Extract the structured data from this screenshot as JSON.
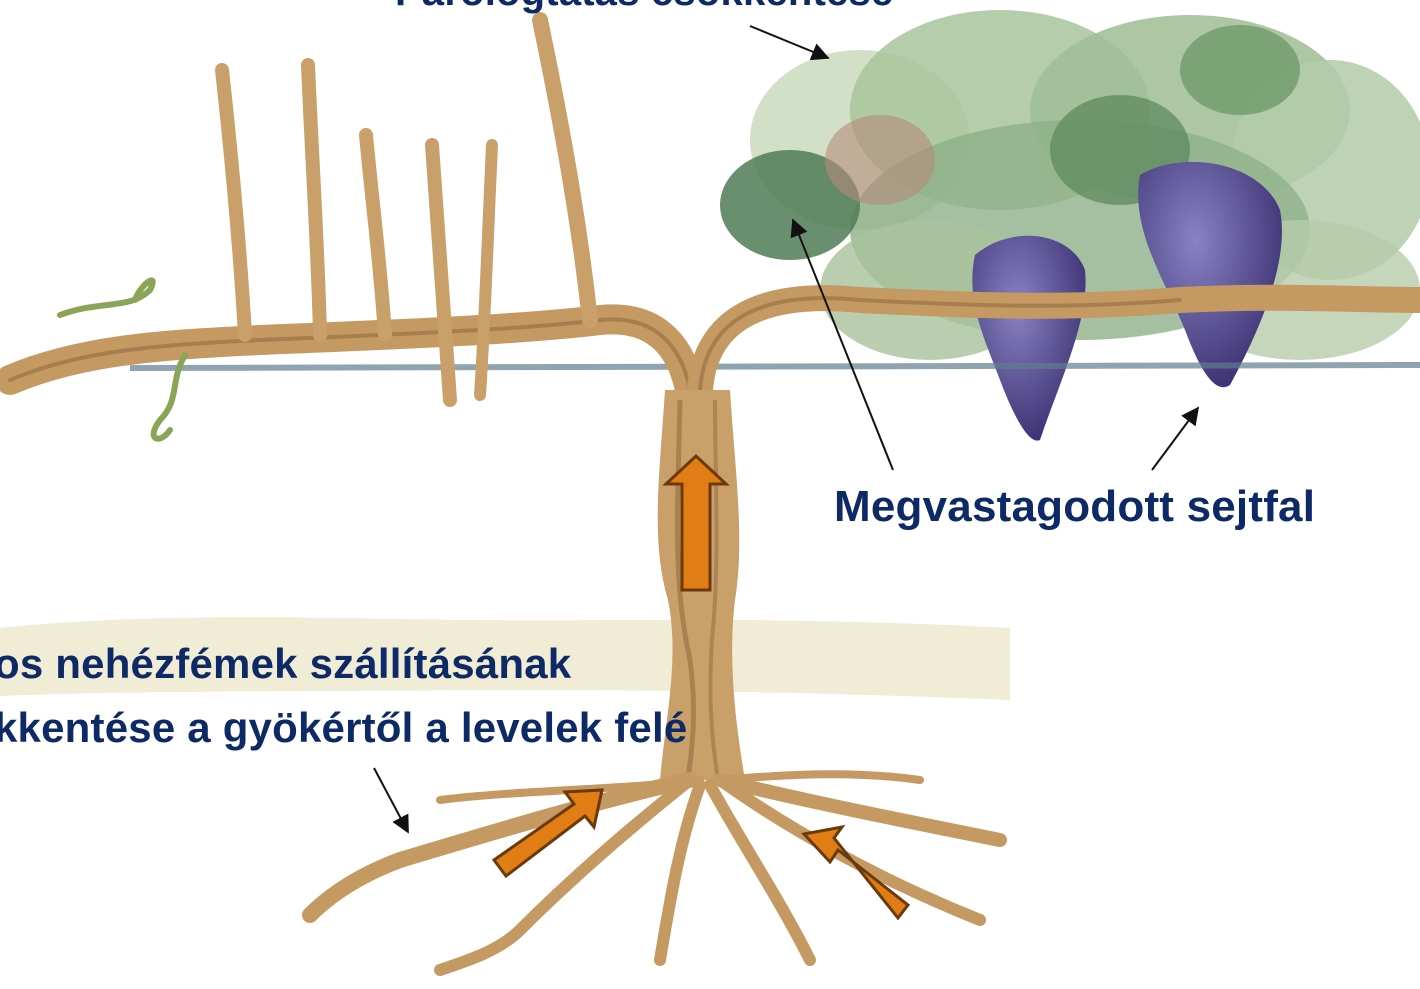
{
  "labels": {
    "top_caption": "Párologtatás csökkentése",
    "cell_wall": "Megvastagodott sejtfal",
    "heavy_metal_line1": "os nehézfémek szállításának",
    "heavy_metal_line2": "kkentése a gyökértől a levelek felé"
  },
  "colors": {
    "label_text": "#0d2a66",
    "transport_arrow_fill": "#e07d14",
    "transport_arrow_stroke": "#6b3a0b",
    "trunk": "#c9a06a",
    "trunk_dark": "#8a6238",
    "foliage": "#7fa87a",
    "grape": "#4e4384",
    "wire": "#5f7d8f",
    "soil": "#e9e3c4"
  },
  "icons": {
    "transport_arrow": "thick-arrow-icon",
    "pointer_arrow": "thin-arrow-icon"
  }
}
